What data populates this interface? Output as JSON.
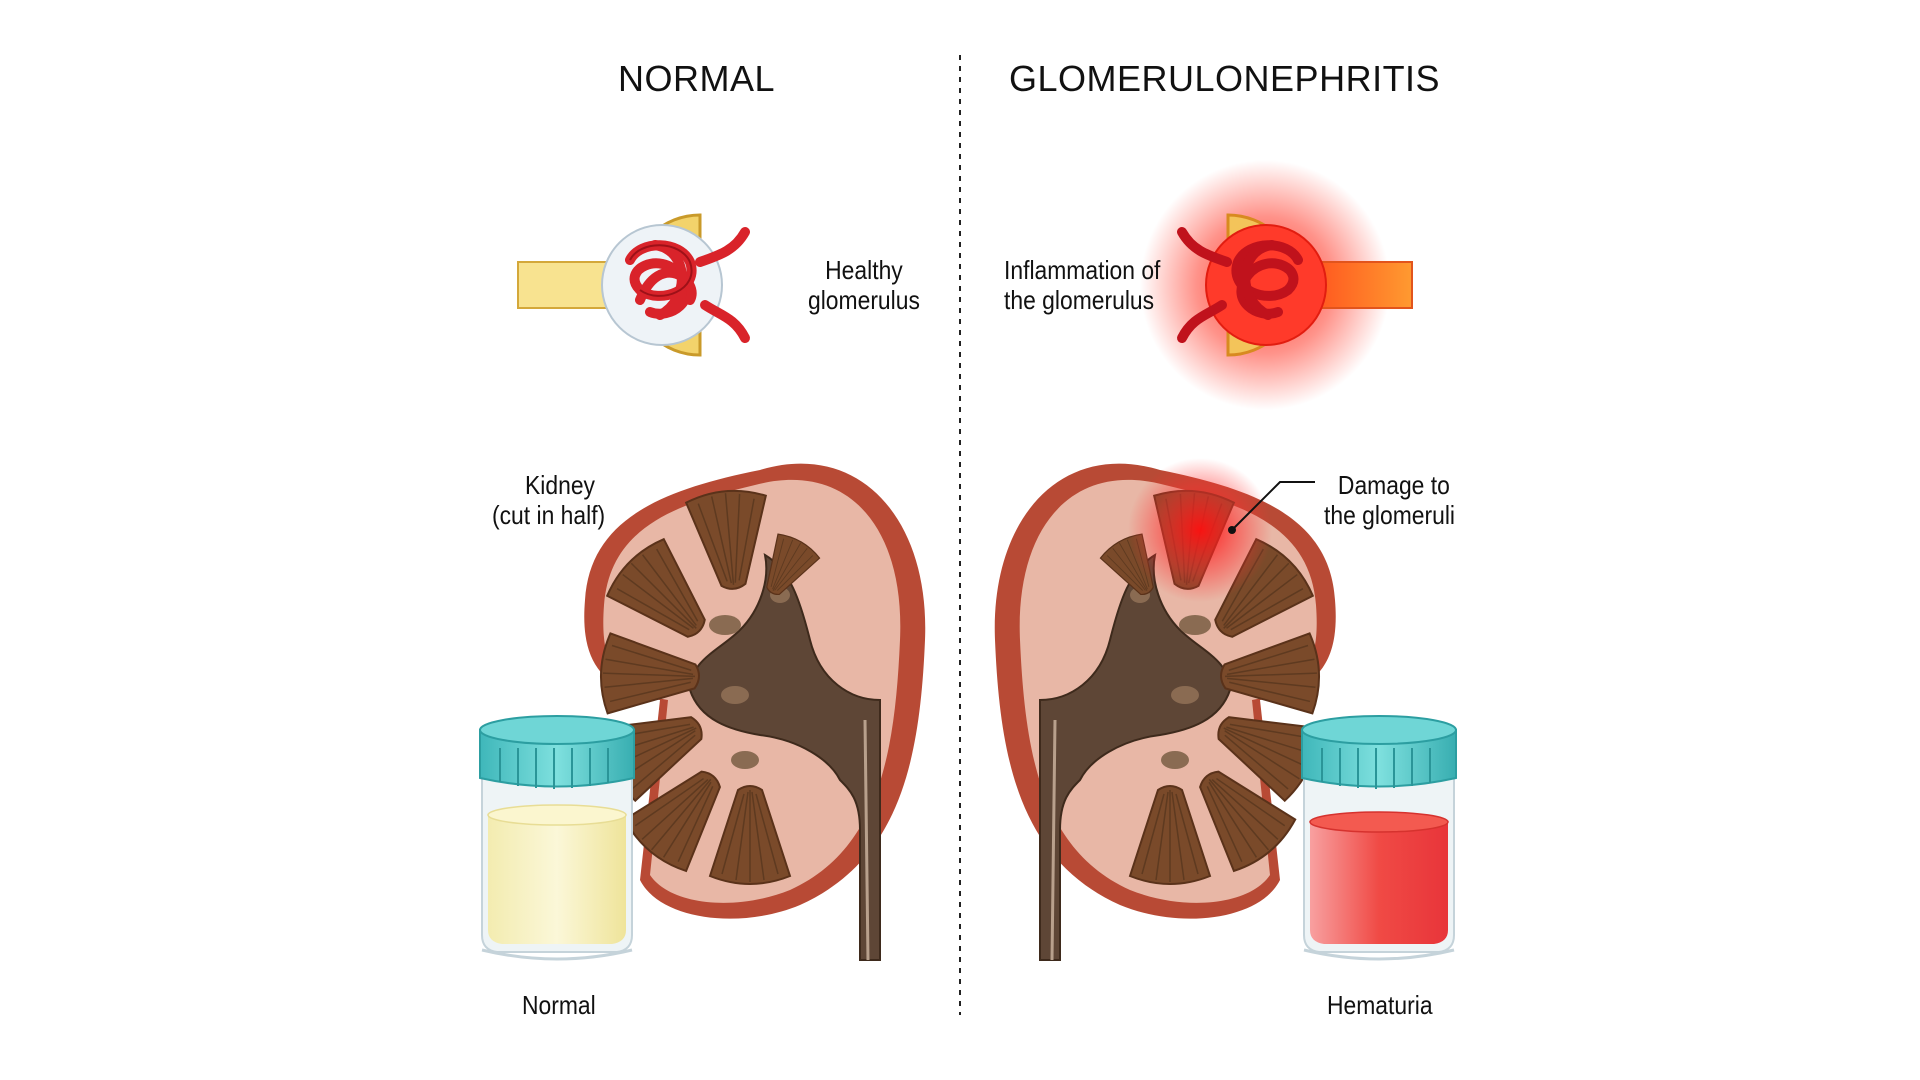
{
  "panels": {
    "left": {
      "heading": "NORMAL",
      "glomerulus_label": [
        "Healthy",
        "glomerulus"
      ],
      "kidney_label": [
        "Kidney",
        "(cut in half)"
      ],
      "urine_label": "Normal"
    },
    "right": {
      "heading": "GLOMERULONEPHRITIS",
      "glomerulus_label": [
        "Inflammation of",
        "the glomerulus"
      ],
      "damage_label": [
        "Damage to",
        "the glomeruli"
      ],
      "urine_label": "Hematuria"
    }
  },
  "colors": {
    "capsule": "#f3d36b",
    "vessel": "#d9232a",
    "inflammation": "#ff2a1a",
    "cortex": "#e8b7a6",
    "capsule_edge": "#b84a35",
    "pyramid": "#7a4a2a",
    "pelvis": "#5e4636",
    "jar_lid": "#4cc7c9",
    "urine_normal": "#f7f0b8",
    "urine_hematuria": "#f0463f"
  },
  "icons": [
    "glomerulus-icon",
    "inflamed-glomerulus-icon",
    "kidney-section-icon",
    "urine-jar-icon"
  ]
}
